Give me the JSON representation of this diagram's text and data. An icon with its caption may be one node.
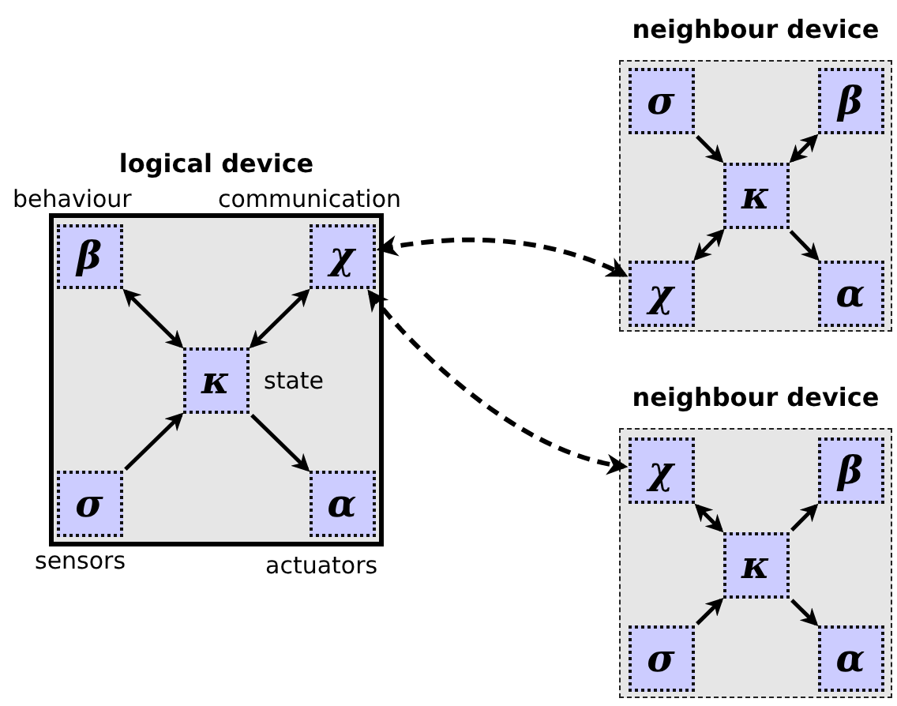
{
  "diagram": {
    "nodes": [
      {
        "text": [
          "logical device"
        ]
      },
      {
        "text": [
          "β"
        ],
        "in": 0,
        "beside": [
          "behaviour"
        ]
      },
      {
        "text": [
          "χ"
        ],
        "in": 0,
        "beside": [
          "communication"
        ]
      },
      {
        "text": [
          "κ"
        ],
        "in": 0,
        "beside": [
          "state"
        ]
      },
      {
        "text": [
          "σ"
        ],
        "in": 0,
        "beside": [
          "sensors"
        ]
      },
      {
        "text": [
          "α"
        ],
        "in": 0,
        "beside": [
          "actuators"
        ]
      },
      {
        "text": [
          "neighbour device"
        ]
      },
      {
        "text": [
          "σ"
        ],
        "in": 6
      },
      {
        "text": [
          "β"
        ],
        "in": 6
      },
      {
        "text": [
          "κ"
        ],
        "in": 6
      },
      {
        "text": [
          "χ"
        ],
        "in": 6
      },
      {
        "text": [
          "α"
        ],
        "in": 6
      },
      {
        "text": [
          "neighbour device"
        ]
      },
      {
        "text": [
          "χ"
        ],
        "in": 12
      },
      {
        "text": [
          "β"
        ],
        "in": 12
      },
      {
        "text": [
          "κ"
        ],
        "in": 12
      },
      {
        "text": [
          "σ"
        ],
        "in": 12
      },
      {
        "text": [
          "α"
        ],
        "in": 12
      }
    ],
    "edges": [
      {
        "from": 1,
        "to": 3,
        "arrow": "both"
      },
      {
        "from": 2,
        "to": 3,
        "arrow": "both"
      },
      {
        "from": 4,
        "to": 3,
        "arrow": "to"
      },
      {
        "from": 3,
        "to": 5,
        "arrow": "to"
      },
      {
        "from": 7,
        "to": 9,
        "arrow": "to"
      },
      {
        "from": 9,
        "to": 8,
        "arrow": "both"
      },
      {
        "from": 9,
        "to": 10,
        "arrow": "both"
      },
      {
        "from": 9,
        "to": 11,
        "arrow": "to"
      },
      {
        "from": 13,
        "to": 15,
        "arrow": "both"
      },
      {
        "from": 15,
        "to": 14,
        "arrow": "to"
      },
      {
        "from": 16,
        "to": 15,
        "arrow": "to"
      },
      {
        "from": 15,
        "to": 17,
        "arrow": "to"
      },
      {
        "from": 2,
        "to": 10,
        "arrow": "both",
        "style": "dashed"
      },
      {
        "from": 2,
        "to": 13,
        "arrow": "both",
        "style": "dashed"
      }
    ]
  }
}
